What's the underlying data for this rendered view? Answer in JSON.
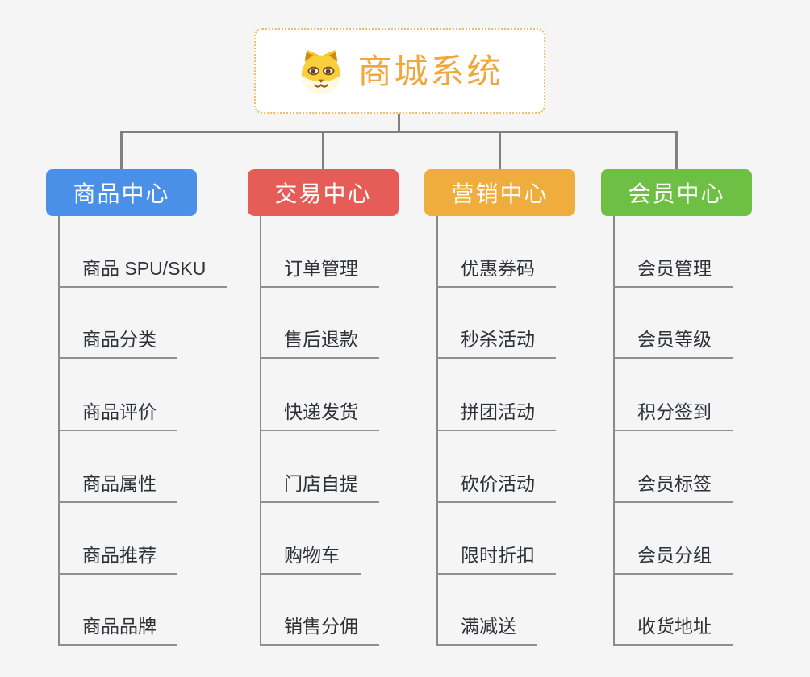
{
  "background_color": "#F5F5F5",
  "connector_color": "#808080",
  "root": {
    "title": "商城系统",
    "icon": "dog-face-icon",
    "border_color": "#F2BB62",
    "title_color": "#F0A73C"
  },
  "branches": [
    {
      "label": "商品中心",
      "color": "#4B90E8",
      "items": [
        "商品 SPU/SKU",
        "商品分类",
        "商品评价",
        "商品属性",
        "商品推荐",
        "商品品牌"
      ]
    },
    {
      "label": "交易中心",
      "color": "#E65C56",
      "items": [
        "订单管理",
        "售后退款",
        "快递发货",
        "门店自提",
        "购物车",
        "销售分佣"
      ]
    },
    {
      "label": "营销中心",
      "color": "#EFAD3D",
      "items": [
        "优惠券码",
        "秒杀活动",
        "拼团活动",
        "砍价活动",
        "限时折扣",
        "满减送"
      ]
    },
    {
      "label": "会员中心",
      "color": "#6EC045",
      "items": [
        "会员管理",
        "会员等级",
        "积分签到",
        "会员标签",
        "会员分组",
        "收货地址"
      ]
    }
  ]
}
